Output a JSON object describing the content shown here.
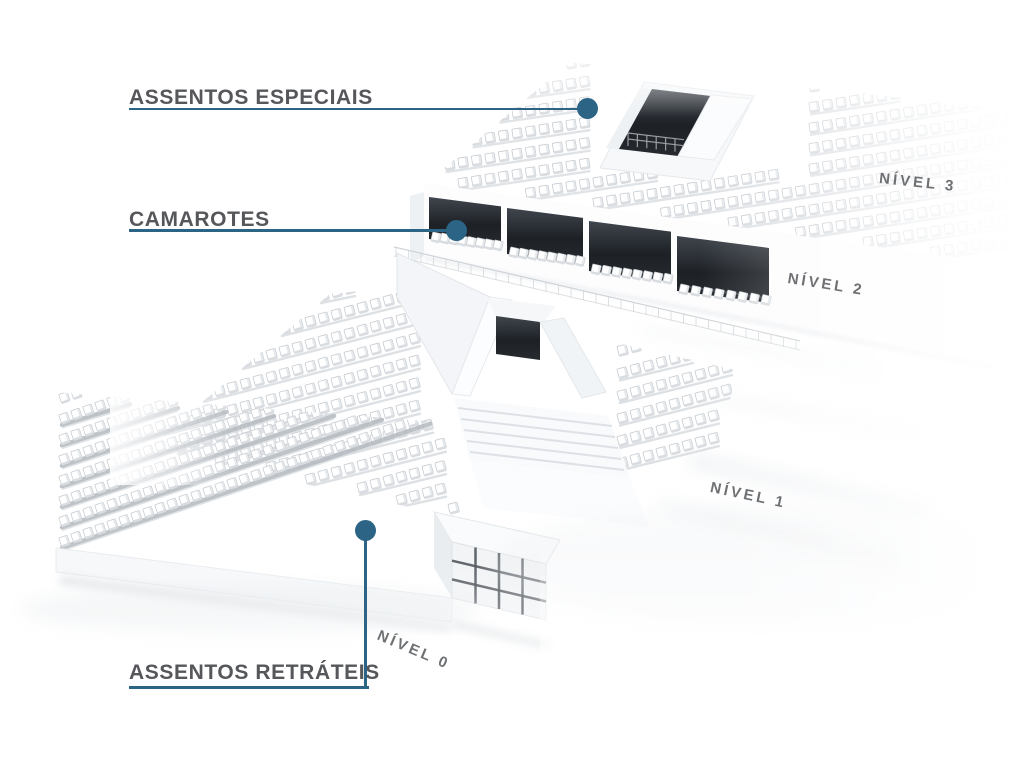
{
  "colors": {
    "accent": "#2b6484",
    "label_text": "#55575a",
    "level_text": "#6e7073",
    "background": "#ffffff",
    "seat": "#ffffff",
    "opening_dark": "#1a1d21"
  },
  "callouts": [
    {
      "id": "assentos-especiais",
      "label": "ASSENTOS ESPECIAIS"
    },
    {
      "id": "camarotes",
      "label": "CAMAROTES"
    },
    {
      "id": "assentos-retrateis",
      "label": "ASSENTOS RETRÁTEIS"
    }
  ],
  "levels": [
    {
      "id": "nivel-3",
      "label": "NÍVEL 3"
    },
    {
      "id": "nivel-2",
      "label": "NÍVEL 2"
    },
    {
      "id": "nivel-1",
      "label": "NÍVEL 1"
    },
    {
      "id": "nivel-0",
      "label": "NÍVEL 0"
    }
  ],
  "diagram": {
    "type": "stadium-seating-section",
    "camarote_box_count": 4
  }
}
